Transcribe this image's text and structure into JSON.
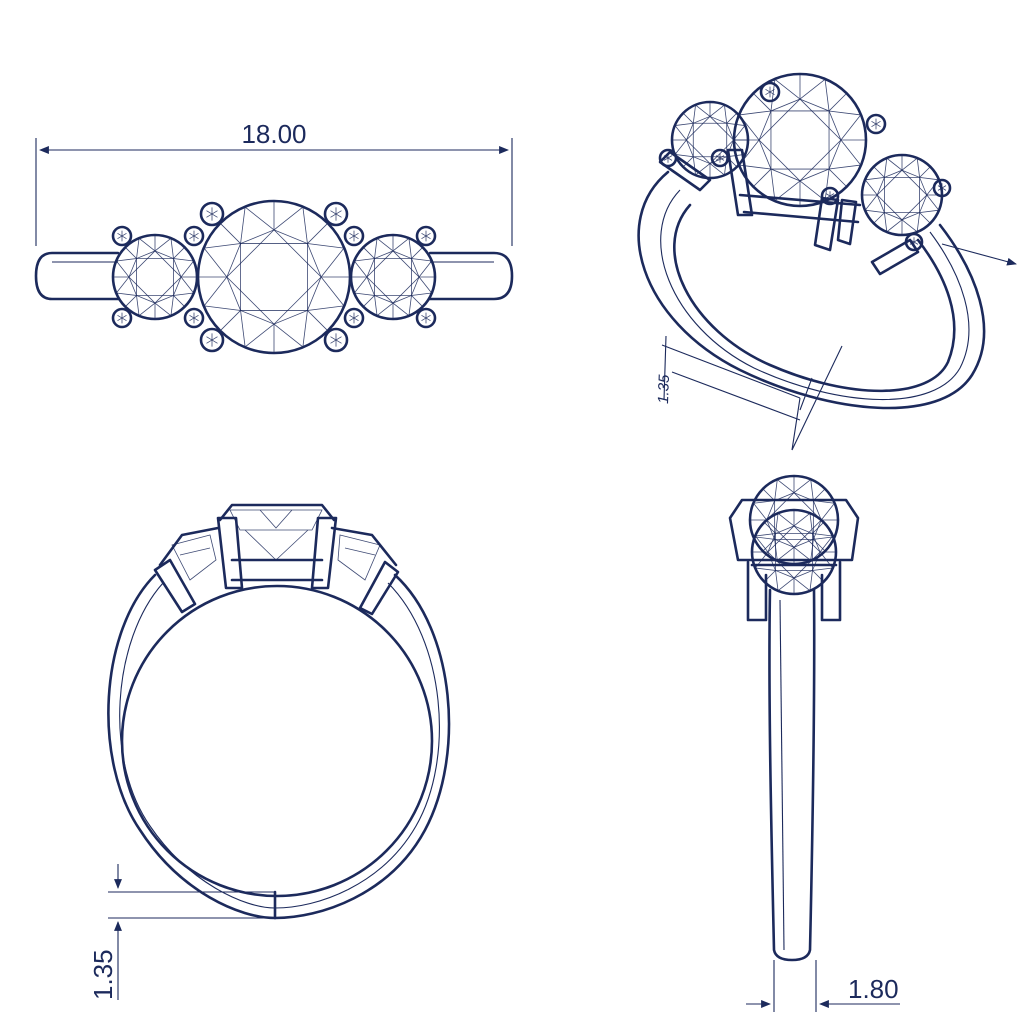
{
  "colors": {
    "ink": "#1c2a5c",
    "paper": "#ffffff"
  },
  "dimensions": {
    "overall_length": "18.00",
    "side_band_thickness": "1.35",
    "perspective_band_thickness": "1.35",
    "band_width": "1.80"
  }
}
